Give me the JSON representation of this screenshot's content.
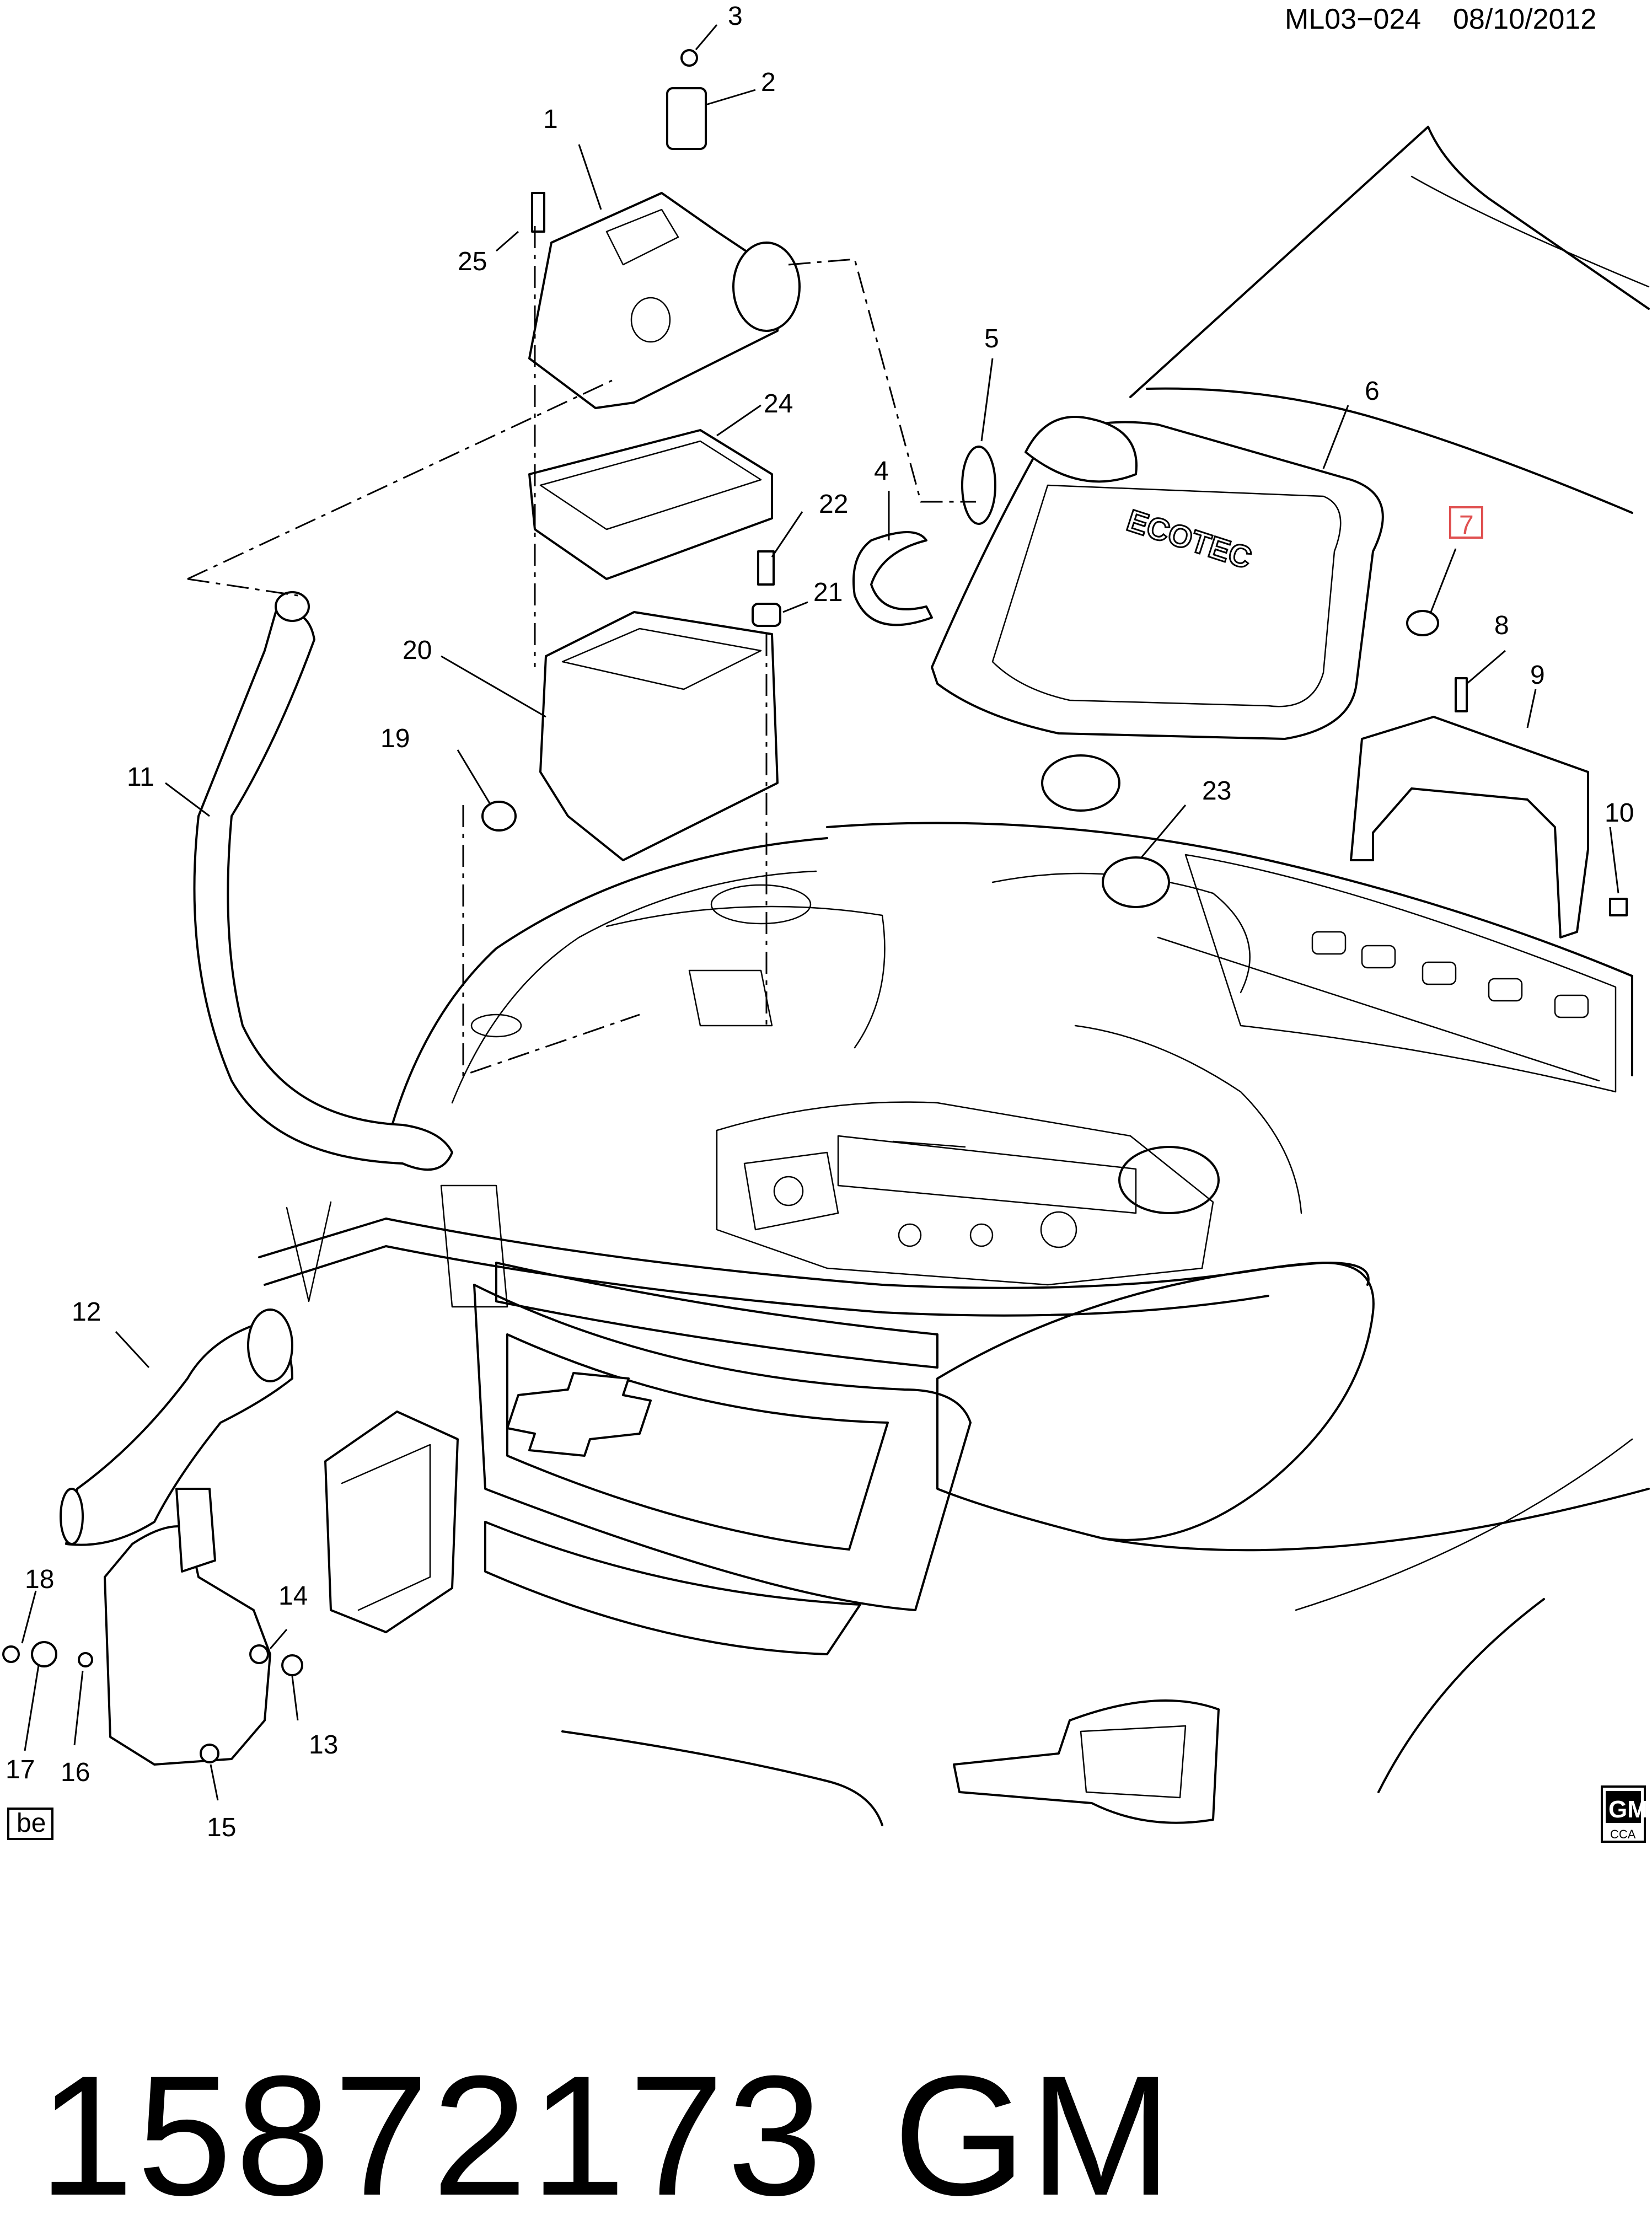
{
  "header": {
    "doc_id": "ML03−024",
    "date": "08/10/2012"
  },
  "callouts": [
    "1",
    "2",
    "3",
    "4",
    "5",
    "6",
    "7",
    "8",
    "9",
    "10",
    "11",
    "12",
    "13",
    "14",
    "15",
    "16",
    "17",
    "18",
    "19",
    "20",
    "21",
    "22",
    "23",
    "24",
    "25"
  ],
  "highlighted_callout": "7",
  "corner_tag": "be",
  "gm_logo": {
    "letters": "GM",
    "sub": "CCA"
  },
  "part_number": "15872173",
  "brand": "GM",
  "engine_cover_text": "ECOTEC",
  "colors": {
    "line": "#000000",
    "highlight": "#e05050",
    "background": "#ffffff"
  }
}
